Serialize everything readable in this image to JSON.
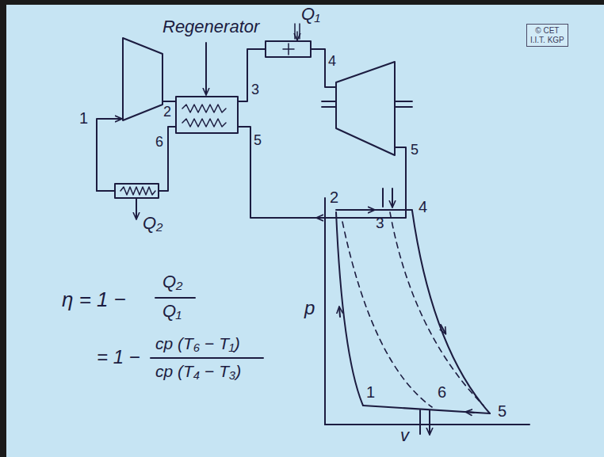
{
  "diagram": {
    "nodes": [
      {
        "text": [
          "© CET",
          "I.I.T. KGP"
        ]
      }
    ],
    "labels": [
      "Regenerator",
      "Q₁",
      "1",
      "2",
      "6",
      "3",
      "4",
      "5",
      "5",
      "Q₂",
      "η = 1 −",
      "Q₂",
      "Q₁",
      "= 1 −",
      "cp (T₆ − T₁)",
      "cp (T₄ − T₃)",
      "2",
      "3",
      "4",
      "1",
      "6",
      "5",
      "p",
      "v"
    ]
  }
}
